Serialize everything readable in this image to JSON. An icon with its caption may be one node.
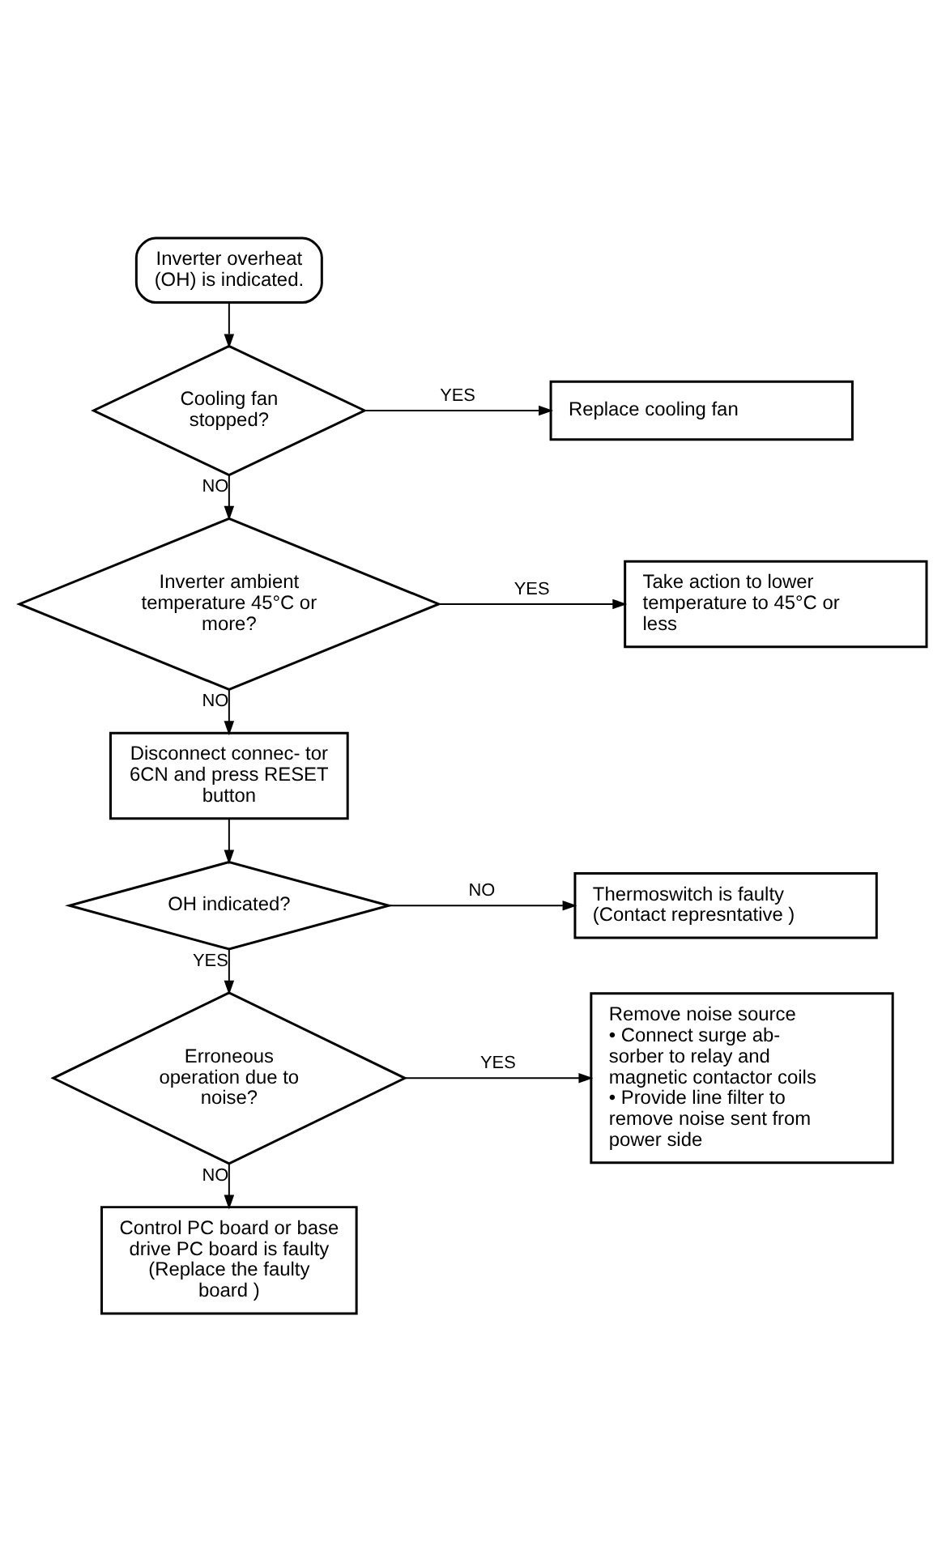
{
  "diagram": {
    "nodes": [
      {
        "text": [
          "Inverter overheat (OH) is indicated."
        ]
      },
      {
        "text": [
          "Cooling fan stopped?"
        ]
      },
      {
        "text": [
          "Replace cooling fan"
        ]
      },
      {
        "text": [
          "Inverter ambient temperature 45°C or more?"
        ]
      },
      {
        "text": [
          "Take action to lower temperature to 45°C or less"
        ]
      },
      {
        "text": [
          "Disconnect connec- tor 6CN and press RESET button"
        ]
      },
      {
        "text": [
          "OH indicated?"
        ]
      },
      {
        "text": [
          "Thermoswitch is faulty (Contact represntative )"
        ]
      },
      {
        "text": [
          "Erroneous operation due to noise?"
        ]
      },
      {
        "text": [
          "Remove noise source",
          "• Connect surge ab- sorber to relay and magnetic contactor coils",
          "• Provide line filter to remove noise sent from power side"
        ]
      },
      {
        "text": [
          "Control PC board or base drive PC board is faulty (Replace the faulty board )"
        ]
      }
    ],
    "edges": [
      {
        "from": 0,
        "to": 1,
        "arrow": "to"
      },
      {
        "from": 1,
        "to": 2,
        "arrow": "to",
        "label": "YES"
      },
      {
        "from": 1,
        "to": 3,
        "arrow": "to",
        "label": "NO"
      },
      {
        "from": 3,
        "to": 4,
        "arrow": "to",
        "label": "YES"
      },
      {
        "from": 3,
        "to": 5,
        "arrow": "to",
        "label": "NO"
      },
      {
        "from": 5,
        "to": 6,
        "arrow": "to"
      },
      {
        "from": 6,
        "to": 7,
        "arrow": "to",
        "label": "NO"
      },
      {
        "from": 6,
        "to": 8,
        "arrow": "to",
        "label": "YES"
      },
      {
        "from": 8,
        "to": 9,
        "arrow": "to",
        "label": "YES"
      },
      {
        "from": 8,
        "to": 10,
        "arrow": "to",
        "label": "NO"
      }
    ]
  }
}
